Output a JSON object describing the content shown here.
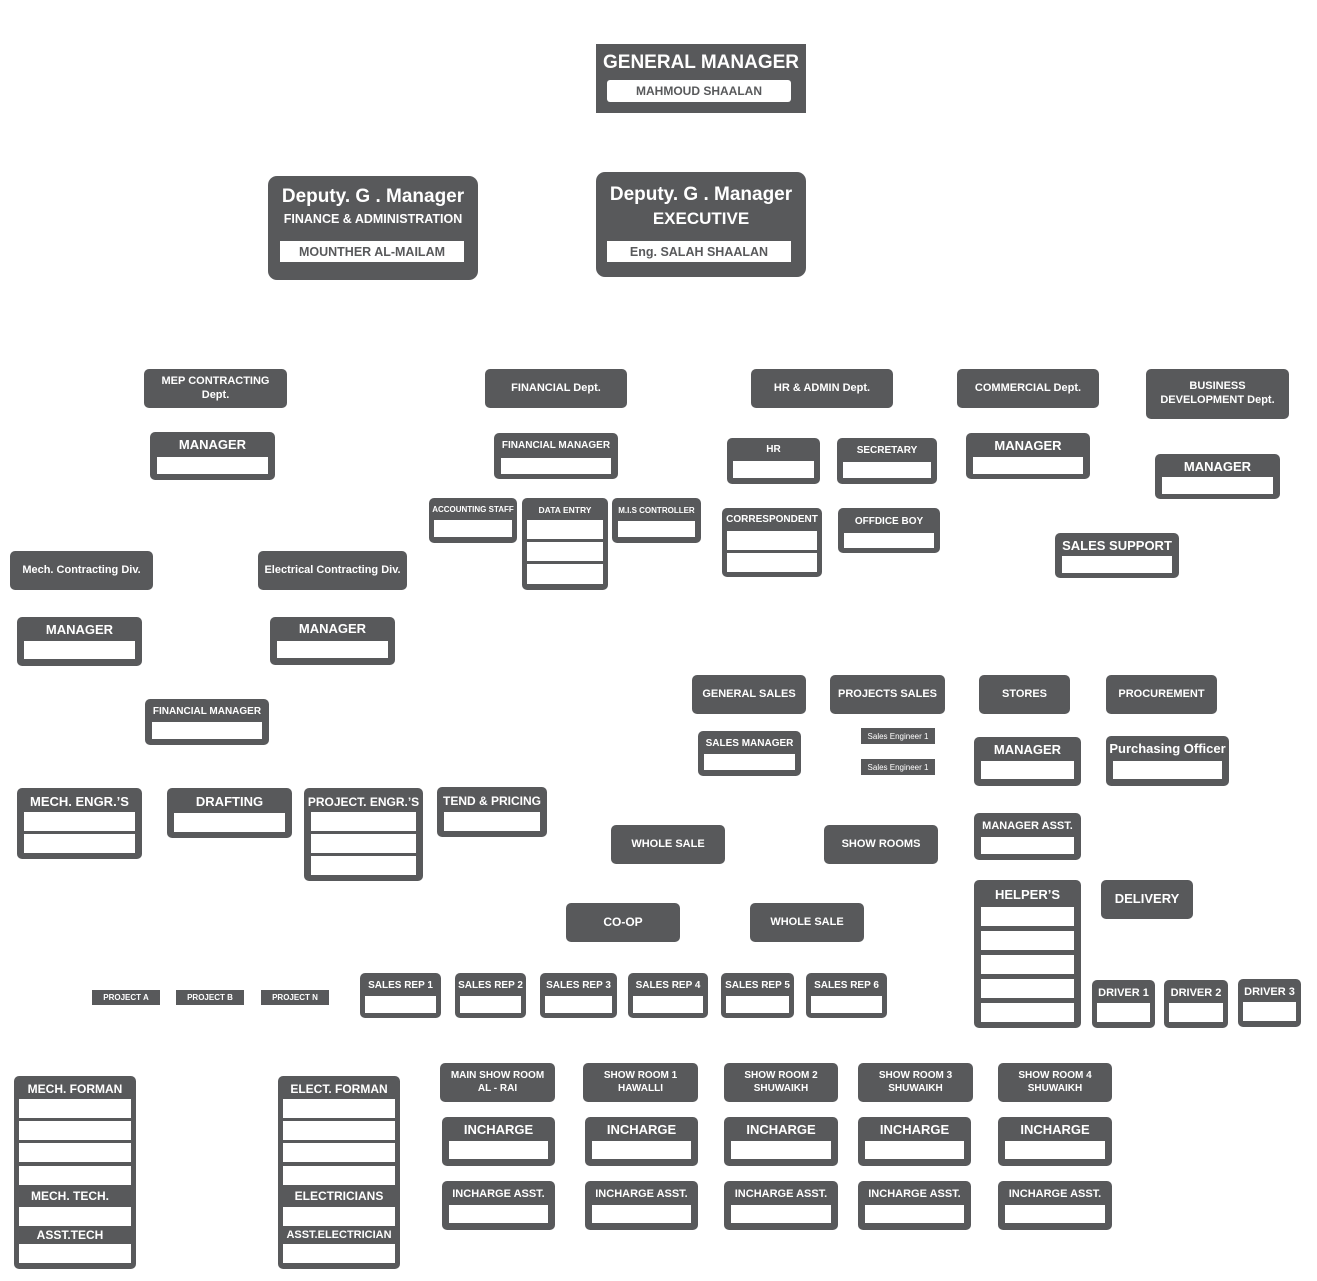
{
  "gm": {
    "title": "GENERAL MANAGER",
    "name": "MAHMOUD SHAALAN"
  },
  "deputy_fin": {
    "title": "Deputy. G . Manager",
    "sub": "FINANCE & ADMINISTRATION",
    "name": "MOUNTHER AL-MAILAM"
  },
  "deputy_exec": {
    "title": "Deputy. G . Manager",
    "sub": "EXECUTIVE",
    "name": "Eng. SALAH SHAALAN"
  },
  "depts": {
    "mep": "MEP CONTRACTING Dept.",
    "financial": "FINANCIAL Dept.",
    "hr_admin": "HR & ADMIN Dept.",
    "commercial": "COMMERCIAL Dept.",
    "business": "BUSINESS DEVELOPMENT Dept."
  },
  "labels": {
    "manager": "MANAGER",
    "financial_manager": "FINANCIAL MANAGER",
    "accounting_staff": "ACCOUNTING STAFF",
    "data_entry": "DATA ENTRY",
    "mis_controller": "M.I.S CONTROLLER",
    "hr": "HR",
    "secretary": "SECRETARY",
    "correspondent": "CORRESPONDENT",
    "office_boy": "OFFDICE BOY",
    "sales_support": "SALES SUPPORT",
    "mech_div": "Mech. Contracting Div.",
    "elec_div": "Electrical Contracting Div.",
    "mech_engr": "MECH. ENGR.’S",
    "drafting": "DRAFTING",
    "project_engr": "PROJECT. ENGR.’S",
    "tend_pricing": "TEND & PRICING",
    "general_sales": "GENERAL SALES",
    "projects_sales": "PROJECTS SALES",
    "stores": "STORES",
    "procurement": "PROCUREMENT",
    "sales_manager": "SALES MANAGER",
    "sales_engineer": "Sales Engineer 1",
    "purchasing_officer": "Purchasing Officer",
    "manager_asst": "MANAGER ASST.",
    "whole_sale": "WHOLE SALE",
    "show_rooms": "SHOW ROOMS",
    "co_op": "CO-OP",
    "helpers": "HELPER’S",
    "delivery": "DELIVERY",
    "project_a": "PROJECT A",
    "project_b": "PROJECT B",
    "project_n": "PROJECT N",
    "mech_forman": "MECH. FORMAN",
    "mech_tech": "MECH. TECH.",
    "asst_tech": "ASST.TECH",
    "elect_forman": "ELECT. FORMAN",
    "electricians": "ELECTRICIANS",
    "asst_electrician": "ASST.ELECTRICIAN",
    "incharge": "INCHARGE",
    "incharge_asst": "INCHARGE ASST."
  },
  "sales_reps": [
    "SALES REP 1",
    "SALES REP 2",
    "SALES REP 3",
    "SALES REP 4",
    "SALES REP 5",
    "SALES REP 6"
  ],
  "drivers": [
    "DRIVER 1",
    "DRIVER 2",
    "DRIVER 3"
  ],
  "showrooms": [
    {
      "line1": "MAIN SHOW ROOM",
      "line2": "AL - RAI"
    },
    {
      "line1": "SHOW ROOM 1",
      "line2": "HAWALLI"
    },
    {
      "line1": "SHOW ROOM 2",
      "line2": "SHUWAIKH"
    },
    {
      "line1": "SHOW ROOM 3",
      "line2": "SHUWAIKH"
    },
    {
      "line1": "SHOW ROOM 4",
      "line2": "SHUWAIKH"
    }
  ]
}
